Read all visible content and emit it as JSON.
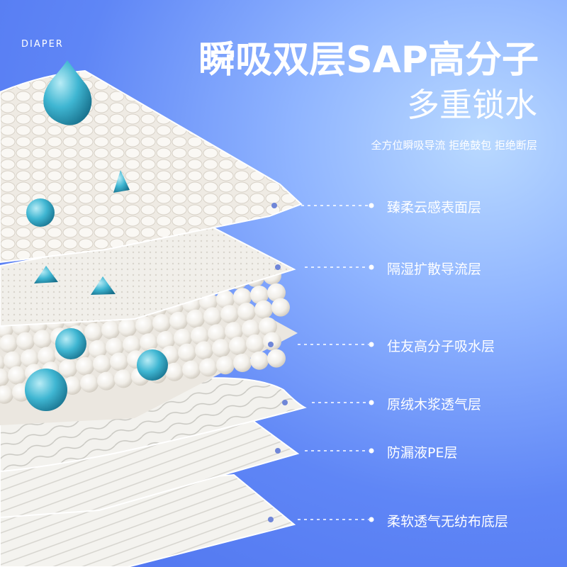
{
  "brand": "DIAPER",
  "headline": {
    "title": "瞬吸双层SAP高分子",
    "subtitle": "多重锁水",
    "tagline": "全方位瞬吸导流  拒绝鼓包  拒绝断层"
  },
  "layers": [
    {
      "label": "臻柔云感表面层"
    },
    {
      "label": "隔湿扩散导流层"
    },
    {
      "label": "住友高分子吸水层"
    },
    {
      "label": "原绒木浆透气层"
    },
    {
      "label": "防漏液PE层"
    },
    {
      "label": "柔软透气无纺布底层"
    }
  ],
  "colors": {
    "background": "#5f86f6",
    "text": "#ffffff",
    "droplet": "#3fb6d2",
    "sheet": "#f3f1ec"
  }
}
